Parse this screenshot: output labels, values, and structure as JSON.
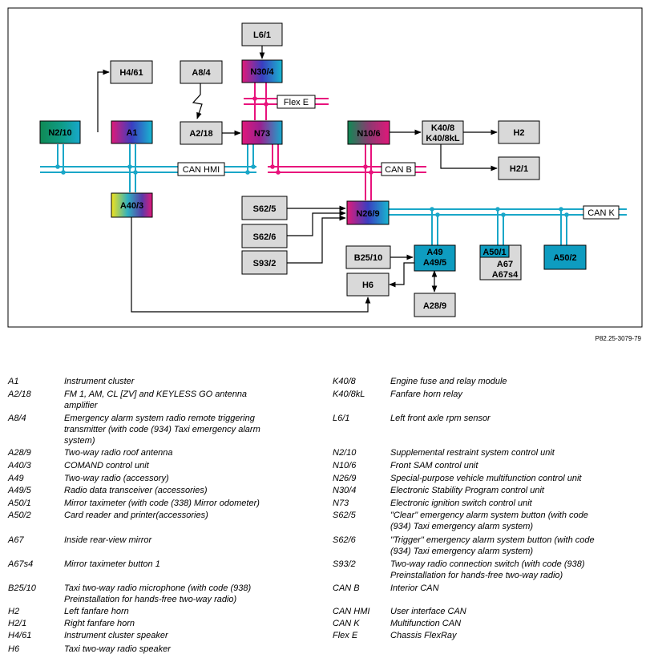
{
  "diagram": {
    "ref_code": "P82.25-3079-79",
    "buses": {
      "can_hmi": "CAN HMI",
      "can_b": "CAN B",
      "can_k": "CAN K",
      "flex_e": "Flex E"
    },
    "blocks": {
      "L6_1": "L6/1",
      "N30_4": "N30/4",
      "H4_61": "H4/61",
      "A8_4": "A8/4",
      "N2_10": "N2/10",
      "A1": "A1",
      "A2_18": "A2/18",
      "N73": "N73",
      "N10_6": "N10/6",
      "K40_8": "K40/8",
      "K40_8kL": "K40/8kL",
      "H2": "H2",
      "H2_1": "H2/1",
      "A40_3": "A40/3",
      "S62_5": "S62/5",
      "N26_9": "N26/9",
      "S62_6": "S62/6",
      "S93_2": "S93/2",
      "B25_10": "B25/10",
      "A49": "A49",
      "A49_5": "A49/5",
      "A50_1": "A50/1",
      "A67": "A67",
      "A67s4": "A67s4",
      "A50_2": "A50/2",
      "H6": "H6",
      "A28_9": "A28/9"
    }
  },
  "legend": {
    "left": [
      {
        "code": "A1",
        "lines": [
          "Instrument cluster"
        ]
      },
      {
        "code": "A2/18",
        "lines": [
          "FM 1, AM, CL [ZV] and KEYLESS GO antenna",
          "amplifier"
        ]
      },
      {
        "code": "A8/4",
        "lines": [
          "Emergency alarm system radio remote triggering",
          "transmitter (with code (934) Taxi emergency alarm",
          "system)"
        ]
      },
      {
        "code": "A28/9",
        "lines": [
          "Two-way radio roof antenna"
        ]
      },
      {
        "code": "A40/3",
        "lines": [
          "COMAND control unit"
        ]
      },
      {
        "code": "A49",
        "lines": [
          "Two-way radio (accessory)"
        ]
      },
      {
        "code": "A49/5",
        "lines": [
          "Radio data transceiver (accessories)"
        ]
      },
      {
        "code": "A50/1",
        "lines": [
          "Mirror taximeter (with code (338) Mirror odometer)"
        ]
      },
      {
        "code": "A50/2",
        "lines": [
          "Card reader and printer(accessories)"
        ]
      },
      {
        "code": "A67",
        "lines": [
          "Inside rear-view mirror"
        ]
      },
      {
        "code": "A67s4",
        "lines": [
          "Mirror taximeter button 1"
        ]
      },
      {
        "code": "B25/10",
        "lines": [
          "Taxi two-way radio microphone (with code (938)",
          "Preinstallation for hands-free two-way radio)"
        ]
      },
      {
        "code": "H2",
        "lines": [
          "Left fanfare horn"
        ]
      },
      {
        "code": "H2/1",
        "lines": [
          "Right fanfare horn"
        ]
      },
      {
        "code": "H4/61",
        "lines": [
          "Instrument cluster speaker"
        ]
      },
      {
        "code": "H6",
        "lines": [
          "Taxi two-way radio speaker"
        ]
      }
    ],
    "right": [
      {
        "code": "K40/8",
        "lines": [
          "Engine fuse and relay module"
        ]
      },
      {
        "code": "K40/8kL",
        "lines": [
          "Fanfare horn relay"
        ]
      },
      {
        "code": "L6/1",
        "lines": [
          "Left front axle rpm sensor"
        ]
      },
      {
        "code": "N2/10",
        "lines": [
          "Supplemental restraint system control unit"
        ]
      },
      {
        "code": "N10/6",
        "lines": [
          "Front SAM control unit"
        ]
      },
      {
        "code": "N26/9",
        "lines": [
          "Special-purpose vehicle multifunction control unit"
        ]
      },
      {
        "code": "N30/4",
        "lines": [
          "Electronic Stability Program control unit"
        ]
      },
      {
        "code": "N73",
        "lines": [
          "Electronic ignition switch control unit"
        ]
      },
      {
        "code": "S62/5",
        "lines": [
          "\"Clear\" emergency alarm system button (with code",
          "(934) Taxi emergency alarm system)"
        ]
      },
      {
        "code": "S62/6",
        "lines": [
          "\"Trigger\" emergency alarm system button (with code",
          "(934) Taxi emergency alarm system)"
        ]
      },
      {
        "code": "S93/2",
        "lines": [
          "Two-way radio connection switch (with code (938)",
          "Preinstallation for hands-free two-way radio)"
        ]
      },
      {
        "code": "CAN B",
        "lines": [
          "Interior CAN"
        ]
      },
      {
        "code": "CAN HMI",
        "lines": [
          "User interface CAN"
        ]
      },
      {
        "code": "CAN K",
        "lines": [
          "Multifunction CAN"
        ]
      },
      {
        "code": "Flex E",
        "lines": [
          "Chassis FlexRay"
        ]
      }
    ]
  },
  "colors": {
    "can_hmi_bus": "#1aa7c8",
    "can_k_bus": "#1aa7c8",
    "can_b_bus": "#e8127c",
    "flex_bus": "#e8127c",
    "gray_block": "#d9d9d9",
    "teal_block": "#0e9cc0"
  }
}
